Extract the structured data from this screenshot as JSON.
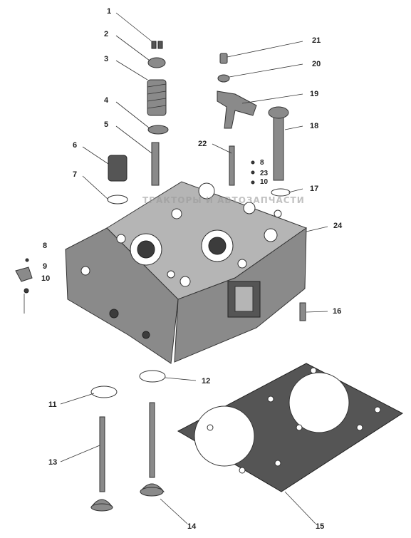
{
  "watermark": "ТРАКТОРЫ И АВТОЗАПЧАСТИ",
  "callouts": [
    {
      "id": "c1",
      "text": "1"
    },
    {
      "id": "c2",
      "text": "2"
    },
    {
      "id": "c3",
      "text": "3"
    },
    {
      "id": "c4",
      "text": "4"
    },
    {
      "id": "c5",
      "text": "5"
    },
    {
      "id": "c6",
      "text": "6"
    },
    {
      "id": "c7",
      "text": "7"
    },
    {
      "id": "c8a",
      "text": "8"
    },
    {
      "id": "c9",
      "text": "9"
    },
    {
      "id": "c10a",
      "text": "10"
    },
    {
      "id": "c11",
      "text": "11"
    },
    {
      "id": "c12",
      "text": "12"
    },
    {
      "id": "c13",
      "text": "13"
    },
    {
      "id": "c14",
      "text": "14"
    },
    {
      "id": "c15",
      "text": "15"
    },
    {
      "id": "c16",
      "text": "16"
    },
    {
      "id": "c17",
      "text": "17"
    },
    {
      "id": "c18",
      "text": "18"
    },
    {
      "id": "c19",
      "text": "19"
    },
    {
      "id": "c20",
      "text": "20"
    },
    {
      "id": "c21",
      "text": "21"
    },
    {
      "id": "c22",
      "text": "22"
    },
    {
      "id": "c8b",
      "text": "8"
    },
    {
      "id": "c23",
      "text": "23"
    },
    {
      "id": "c10b",
      "text": "10"
    },
    {
      "id": "c24",
      "text": "24"
    }
  ]
}
